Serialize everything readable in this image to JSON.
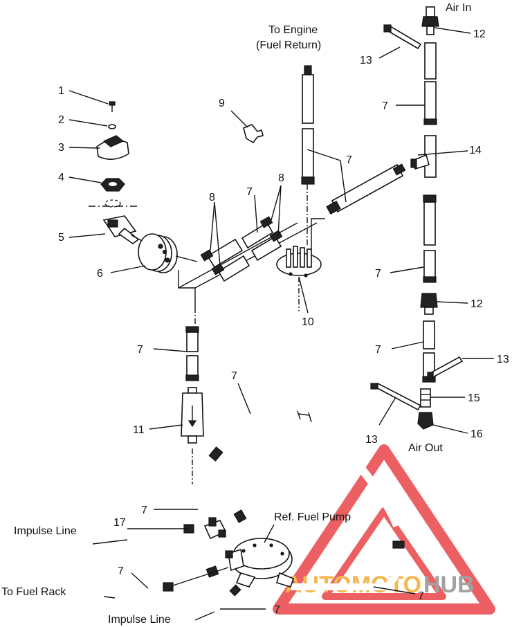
{
  "labels": {
    "n1": "1",
    "n2": "2",
    "n3": "3",
    "n4": "4",
    "n5": "5",
    "n6": "6",
    "n7": "7",
    "n8": "8",
    "n9": "9",
    "n10": "10",
    "n11": "11",
    "n12": "12",
    "n13": "13",
    "n14": "14",
    "n15": "15",
    "n16": "16",
    "n17": "17"
  },
  "callouts": {
    "air_in": "Air In",
    "to_engine_1": "To Engine",
    "to_engine_2": "(Fuel Return)",
    "air_out": "Air Out",
    "ref_fuel_pump": "Ref. Fuel Pump",
    "impulse_line_top": "Impulse Line",
    "to_fuel_rack": "To Fuel Rack",
    "impulse_line_bottom": "Impulse Line"
  },
  "watermark": {
    "brand_a": "AUTOMOTO",
    "brand_b": "HUB",
    "colors": {
      "triangle": "#e8383d",
      "brand_a": "#f5a623",
      "brand_b": "#8a8a8a"
    }
  }
}
